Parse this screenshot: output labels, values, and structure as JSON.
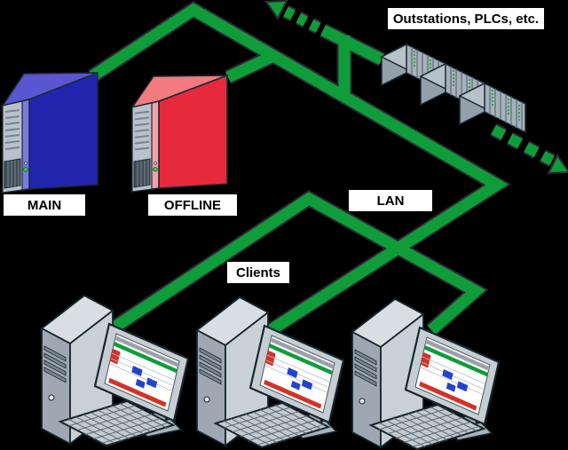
{
  "labels": {
    "main": "MAIN",
    "offline": "OFFLINE",
    "lan": "LAN",
    "clients": "Clients",
    "outstations": "Outstations, PLCs, etc."
  },
  "colors": {
    "lan_line_green": "#0f9d3a",
    "main_server_blue": "#2125ae",
    "offline_server_red": "#e62a3c",
    "hardware_gray": "#b7c1c9",
    "background": "#000000",
    "label_background": "#ffffff",
    "label_text": "#000000"
  },
  "diagram": {
    "servers": [
      {
        "id": "main",
        "label": "MAIN",
        "color": "#2125ae"
      },
      {
        "id": "offline",
        "label": "OFFLINE",
        "color": "#e62a3c"
      }
    ],
    "network": {
      "label": "LAN",
      "style": "solid green bus, dashed arrows continue off-diagram at both ends of the outstation field bus"
    },
    "outstation_rack_count": 3,
    "client_workstation_count": 3
  }
}
